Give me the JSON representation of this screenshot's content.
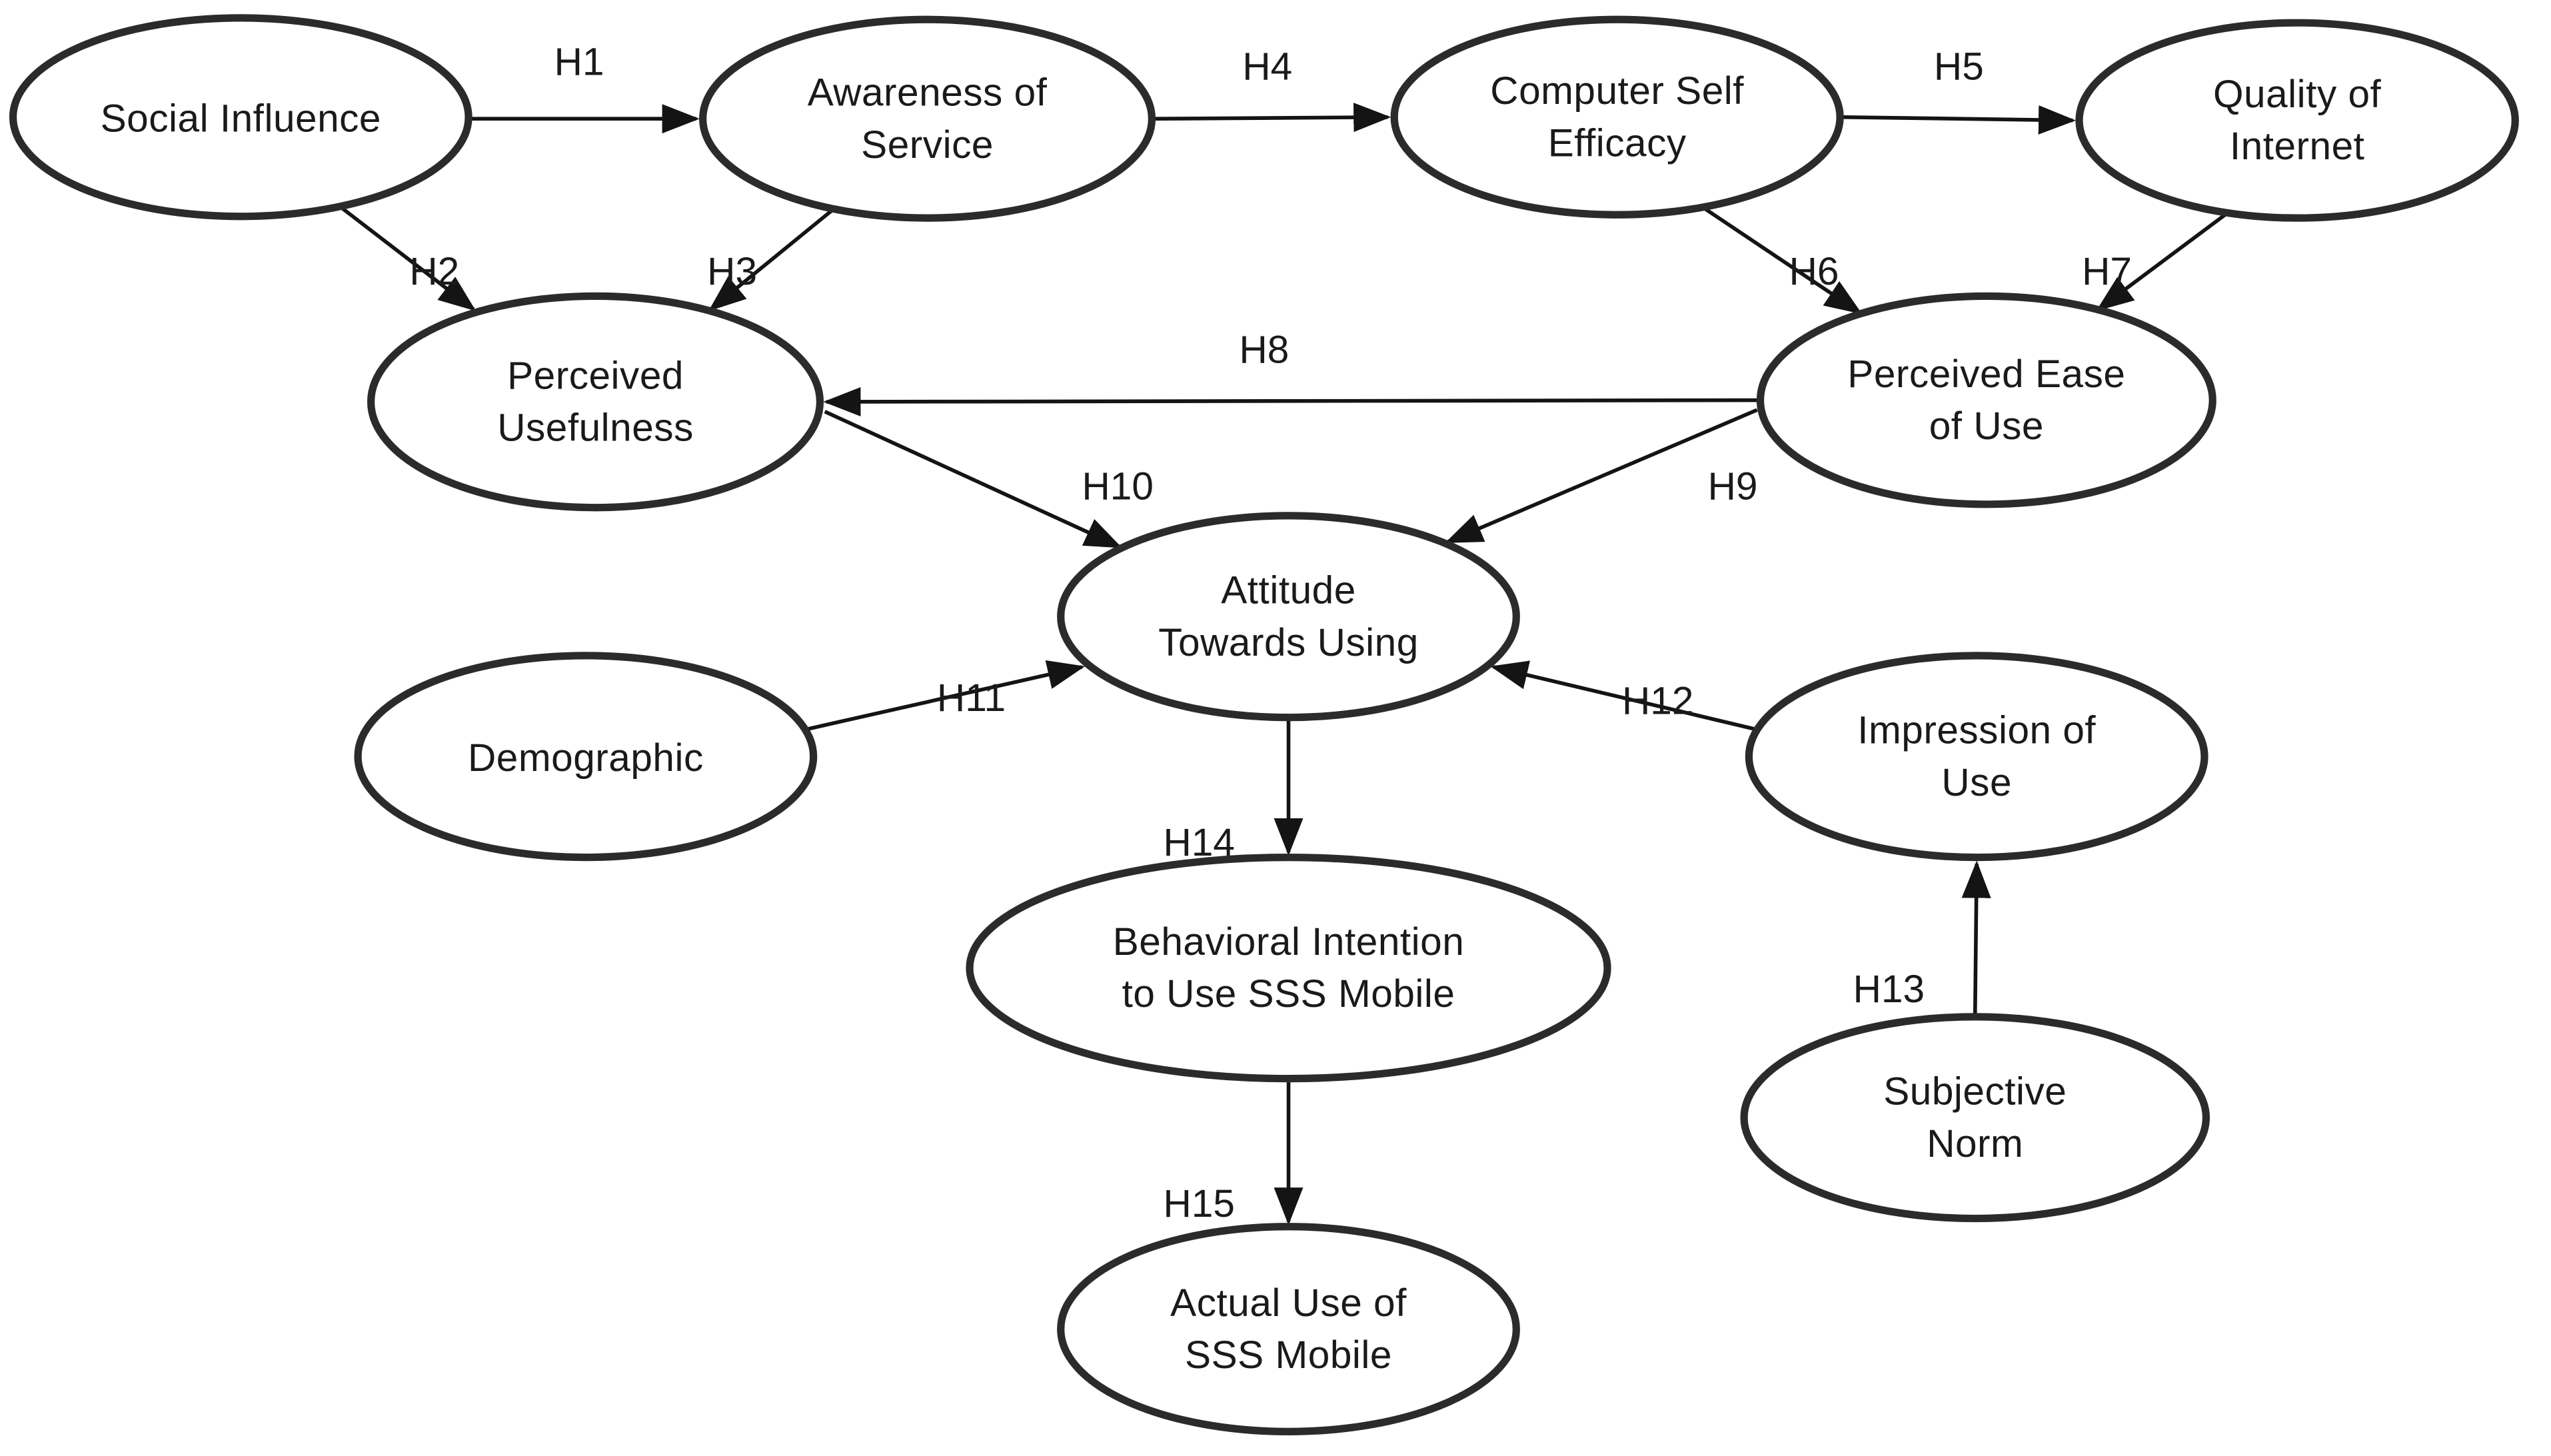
{
  "diagram": {
    "title": "SSS Mobile technology acceptance hypothesis model",
    "background_color": "#ffffff",
    "node_stroke_color": "#2b2b2b",
    "edge_color": "#141414",
    "text_color": "#1a1a1a",
    "nodes": [
      {
        "id": "social-influence",
        "lines": [
          "Social Influence",
          ""
        ]
      },
      {
        "id": "awareness-of-service",
        "lines": [
          "Awareness of",
          "Service"
        ]
      },
      {
        "id": "computer-self-efficacy",
        "lines": [
          "Computer Self",
          "Efficacy"
        ]
      },
      {
        "id": "quality-of-internet",
        "lines": [
          "Quality of",
          "Internet"
        ]
      },
      {
        "id": "perceived-usefulness",
        "lines": [
          "Perceived",
          "Usefulness"
        ]
      },
      {
        "id": "perceived-ease-of-use",
        "lines": [
          "Perceived Ease",
          "of Use"
        ]
      },
      {
        "id": "attitude-towards-using",
        "lines": [
          "Attitude",
          "Towards Using"
        ]
      },
      {
        "id": "demographic",
        "lines": [
          "Demographic",
          ""
        ]
      },
      {
        "id": "impression-of-use",
        "lines": [
          "Impression of",
          "Use"
        ]
      },
      {
        "id": "behavioral-intention",
        "lines": [
          "Behavioral Intention",
          "to Use SSS Mobile"
        ]
      },
      {
        "id": "subjective-norm",
        "lines": [
          "Subjective",
          "Norm"
        ]
      },
      {
        "id": "actual-use",
        "lines": [
          "Actual Use of",
          "SSS Mobile"
        ]
      }
    ],
    "edges": [
      {
        "label": "H1",
        "from": "social-influence",
        "to": "awareness-of-service"
      },
      {
        "label": "H2",
        "from": "social-influence",
        "to": "perceived-usefulness"
      },
      {
        "label": "H3",
        "from": "awareness-of-service",
        "to": "perceived-usefulness"
      },
      {
        "label": "H4",
        "from": "awareness-of-service",
        "to": "computer-self-efficacy"
      },
      {
        "label": "H5",
        "from": "computer-self-efficacy",
        "to": "quality-of-internet"
      },
      {
        "label": "H6",
        "from": "computer-self-efficacy",
        "to": "perceived-ease-of-use"
      },
      {
        "label": "H7",
        "from": "quality-of-internet",
        "to": "perceived-ease-of-use"
      },
      {
        "label": "H8",
        "from": "perceived-ease-of-use",
        "to": "perceived-usefulness"
      },
      {
        "label": "H9",
        "from": "perceived-ease-of-use",
        "to": "attitude-towards-using"
      },
      {
        "label": "H10",
        "from": "perceived-usefulness",
        "to": "attitude-towards-using"
      },
      {
        "label": "H11",
        "from": "demographic",
        "to": "attitude-towards-using"
      },
      {
        "label": "H12",
        "from": "impression-of-use",
        "to": "attitude-towards-using"
      },
      {
        "label": "H13",
        "from": "subjective-norm",
        "to": "impression-of-use"
      },
      {
        "label": "H14",
        "from": "attitude-towards-using",
        "to": "behavioral-intention"
      },
      {
        "label": "H15",
        "from": "behavioral-intention",
        "to": "actual-use"
      }
    ]
  }
}
